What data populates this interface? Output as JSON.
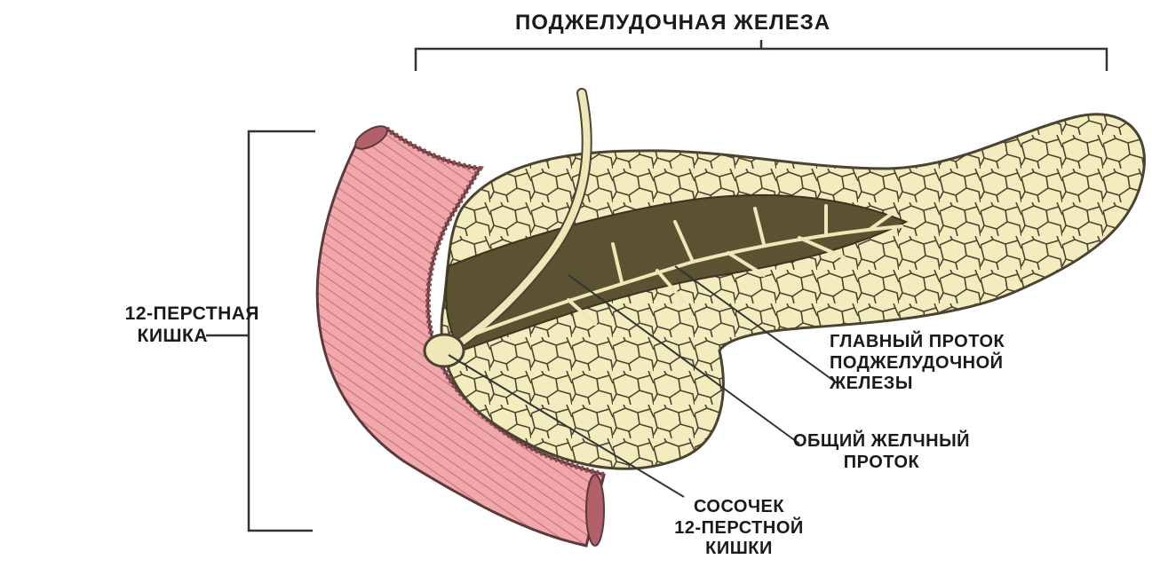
{
  "labels": {
    "pancreas": "ПОДЖЕЛУДОЧНАЯ ЖЕЛЕЗА",
    "duodenum_line1": "12-ПЕРСТНАЯ",
    "duodenum_line2": "КИШКА",
    "main_duct_line1": "ГЛАВНЫЙ ПРОТОК",
    "main_duct_line2": "ПОДЖЕЛУДОЧНОЙ",
    "main_duct_line3": "ЖЕЛЕЗЫ",
    "bile_duct_line1": "ОБЩИЙ ЖЕЛЧНЫЙ",
    "bile_duct_line2": "ПРОТОК",
    "papilla_line1": "СОСОЧЕК",
    "papilla_line2": "12-ПЕРСТНОЙ",
    "papilla_line3": "КИШКИ"
  },
  "colors": {
    "gland_fill": "#f3ecbf",
    "gland_outline": "#4a4330",
    "duct_fill": "#5a5230",
    "duct_branch": "#efe7b8",
    "duodenum_wall": "#f0a8ab",
    "duodenum_dark": "#b4606a",
    "line": "#333333"
  }
}
